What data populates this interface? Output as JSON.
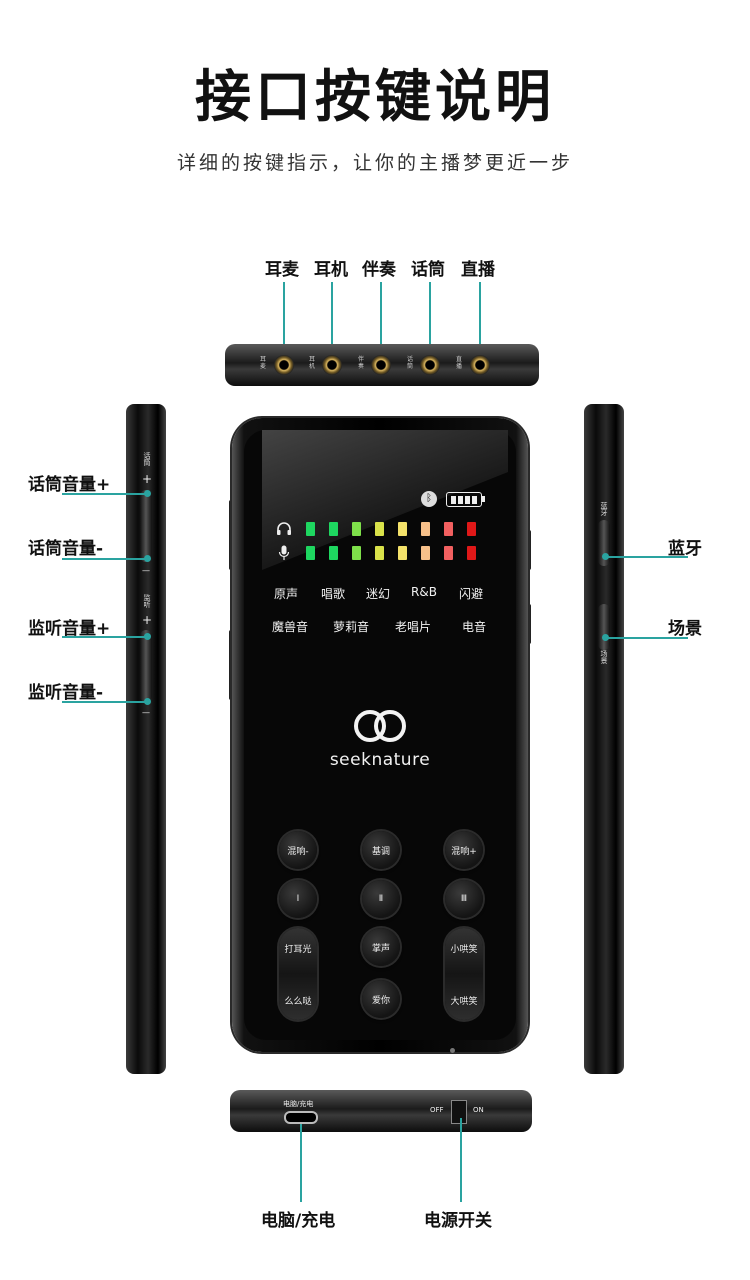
{
  "title": "接口按键说明",
  "subtitle": "详细的按键指示，让你的主播梦更近一步",
  "top_labels": [
    "耳麦",
    "耳机",
    "伴奏",
    "话筒",
    "直播"
  ],
  "top_jack_labels": [
    "耳麦",
    "耳机",
    "伴奏",
    "话筒",
    "直播"
  ],
  "left_labels": [
    "话筒音量+",
    "话筒音量-",
    "监听音量+",
    "监听音量-"
  ],
  "left_side_text": [
    "话筒",
    "+",
    "—",
    "监听",
    "+",
    "—"
  ],
  "right_labels": [
    "蓝牙",
    "场景"
  ],
  "right_side_text": [
    "蓝牙",
    "场景"
  ],
  "bottom_labels": [
    "电脑/充电",
    "电源开关"
  ],
  "bottom_device_text": {
    "usb": "电脑/充电",
    "off": "OFF",
    "on": "ON"
  },
  "device": {
    "effects_row1": [
      "原声",
      "唱歌",
      "迷幻",
      "R&B",
      "闪避"
    ],
    "effects_row2": [
      "魔兽音",
      "萝莉音",
      "老唱片",
      "电音"
    ],
    "brand": "seeknature",
    "buttons_row1": [
      "混响-",
      "基调",
      "混响+"
    ],
    "buttons_row2": [
      "Ⅰ",
      "Ⅱ",
      "Ⅲ"
    ],
    "left_pill": [
      "打耳光",
      "么么哒"
    ],
    "center_buttons": [
      "掌声",
      "爱你"
    ],
    "right_pill": [
      "小哄笑",
      "大哄笑"
    ]
  },
  "led_colors": [
    "#1ed760",
    "#1ed760",
    "#7ee04a",
    "#d9e24a",
    "#f4e26a",
    "#f7c08a",
    "#f26060",
    "#e01818"
  ],
  "accent_color": "#2aa3a0",
  "icons": [
    "bluetooth-icon",
    "battery-icon",
    "headphone-icon",
    "microphone-icon",
    "brand-logo-icon"
  ]
}
